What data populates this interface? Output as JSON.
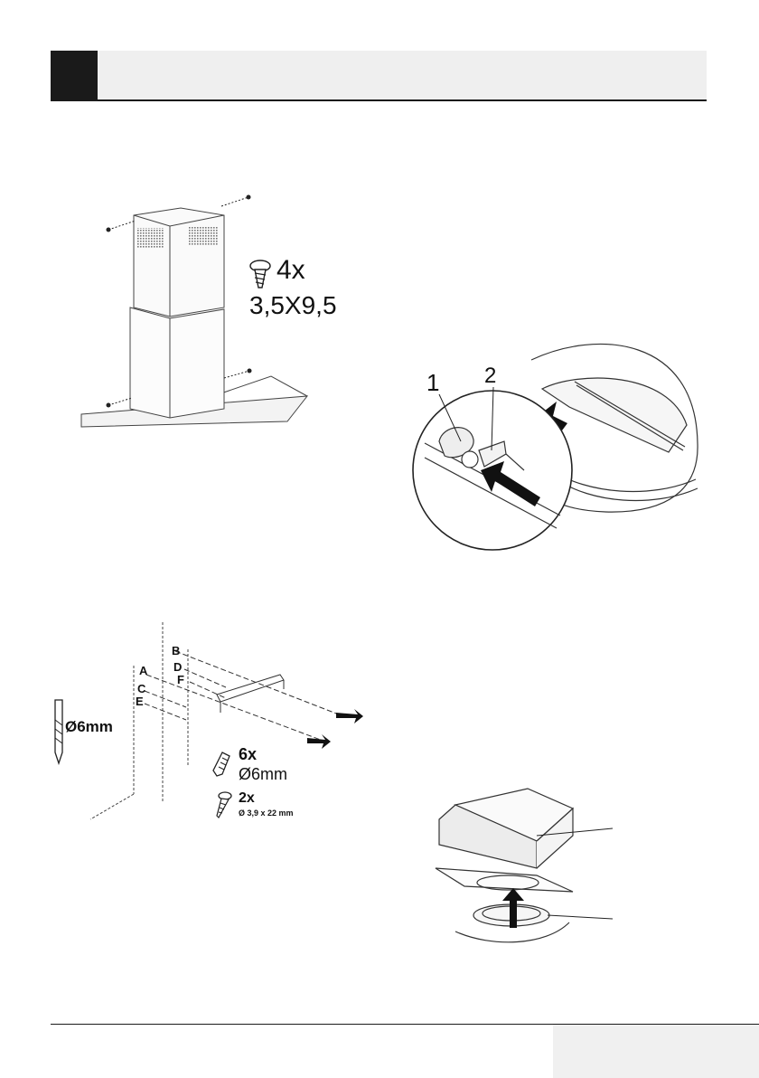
{
  "chimney_figure": {
    "screw_count": "4x",
    "screw_size": "3,5X9,5"
  },
  "pipe_figure": {
    "label_1": "1",
    "label_2": "2"
  },
  "bracket_figure": {
    "hole_labels": [
      "A",
      "B",
      "C",
      "D",
      "E",
      "F"
    ],
    "drill_size": "Ø6mm",
    "dowel_count": "6x",
    "dowel_size": "Ø6mm",
    "screw_count": "2x",
    "screw_size": "Ø 3,9 x 22 mm"
  },
  "colors": {
    "header_block": "#1a1a1a",
    "header_band": "#efefef",
    "footer_box": "#f0f0f0"
  }
}
